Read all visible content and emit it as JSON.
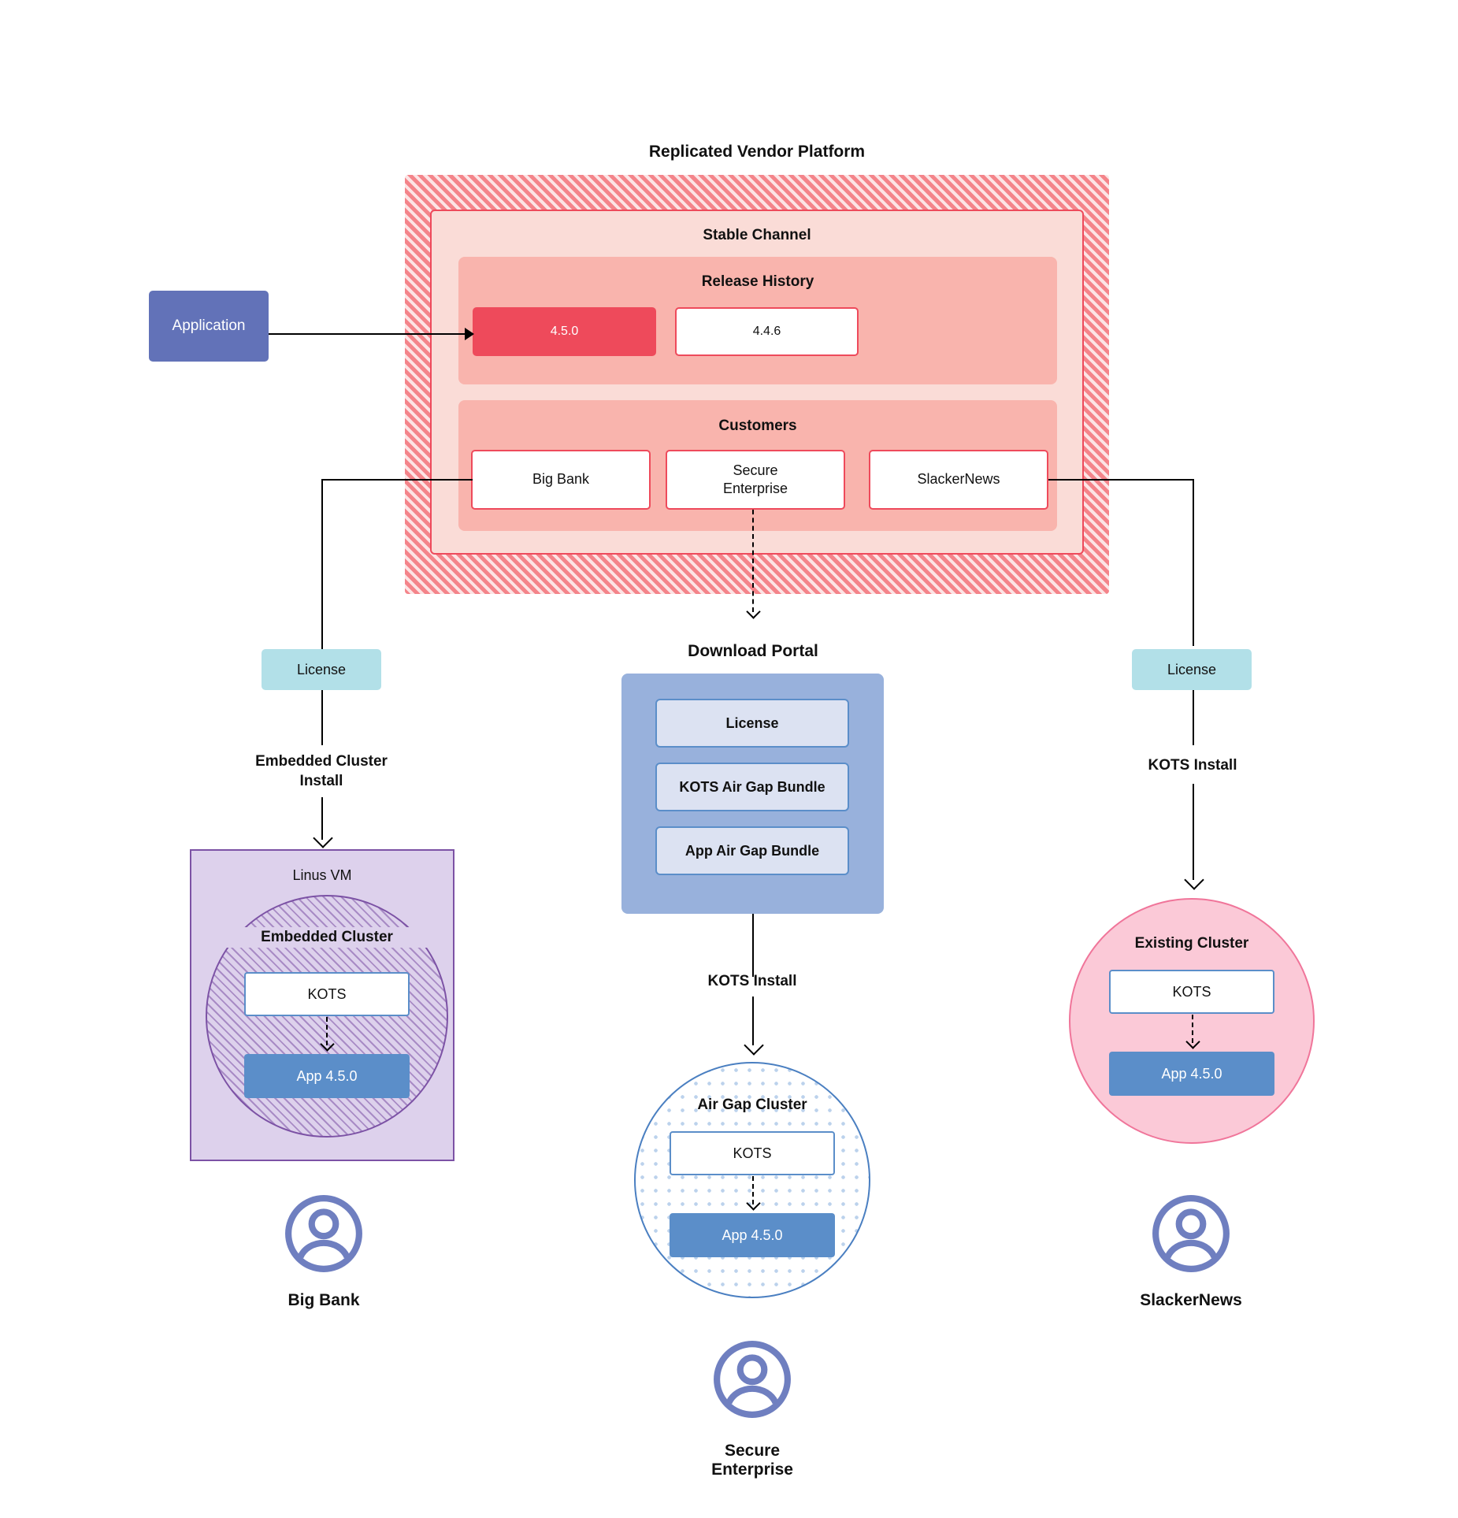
{
  "diagram": {
    "title": "Replicated Vendor Platform",
    "platform": {
      "label": "Replicated Vendor Platform",
      "channel_label": "Stable Channel",
      "release_history_label": "Release History",
      "releases": [
        {
          "version": "4.5.0",
          "state": "active"
        },
        {
          "version": "4.4.6",
          "state": "idle"
        }
      ],
      "customers_label": "Customers",
      "customers": [
        "Big Bank",
        "Secure\nEnterprise",
        "SlackerNews"
      ]
    },
    "application": {
      "label": "Application"
    },
    "download_portal": {
      "title": "Download  Portal",
      "items": [
        "License",
        "KOTS Air Gap Bundle",
        "App Air Gap Bundle"
      ]
    },
    "branches": {
      "left": {
        "license_label": "License",
        "install_label": "Embedded Cluster\nInstall",
        "host_label": "Linus VM",
        "cluster_label": "Embedded Cluster",
        "kots_label": "KOTS",
        "app_label": "App 4.5.0",
        "customer_label": "Big Bank"
      },
      "middle": {
        "install_label": "KOTS Install",
        "cluster_label": "Air Gap Cluster",
        "kots_label": "KOTS",
        "app_label": "App 4.5.0",
        "customer_label": "Secure\nEnterprise"
      },
      "right": {
        "license_label": "License",
        "install_label": "KOTS Install",
        "cluster_label": "Existing Cluster",
        "kots_label": "KOTS",
        "app_label": "App 4.5.0",
        "customer_label": "SlackerNews"
      }
    },
    "colors": {
      "platform_hatch": "#f4848a",
      "channel_bg": "#fadcd7",
      "panel_bg": "#f9b4ad",
      "release_accent": "#ee4a5b",
      "application": "#6272b8",
      "license_chip": "#b2e0e8",
      "portal_bg": "#98b1dc",
      "portal_item": "#dce2f2",
      "app_blue": "#5b8ec9",
      "vm_purple": "#ddd1ec",
      "vm_border": "#7c52a5",
      "existing_pink": "#fbc9d7",
      "existing_border": "#f0759a",
      "airgap_border": "#4a7fc1",
      "person_icon": "#6f7fc0"
    }
  }
}
